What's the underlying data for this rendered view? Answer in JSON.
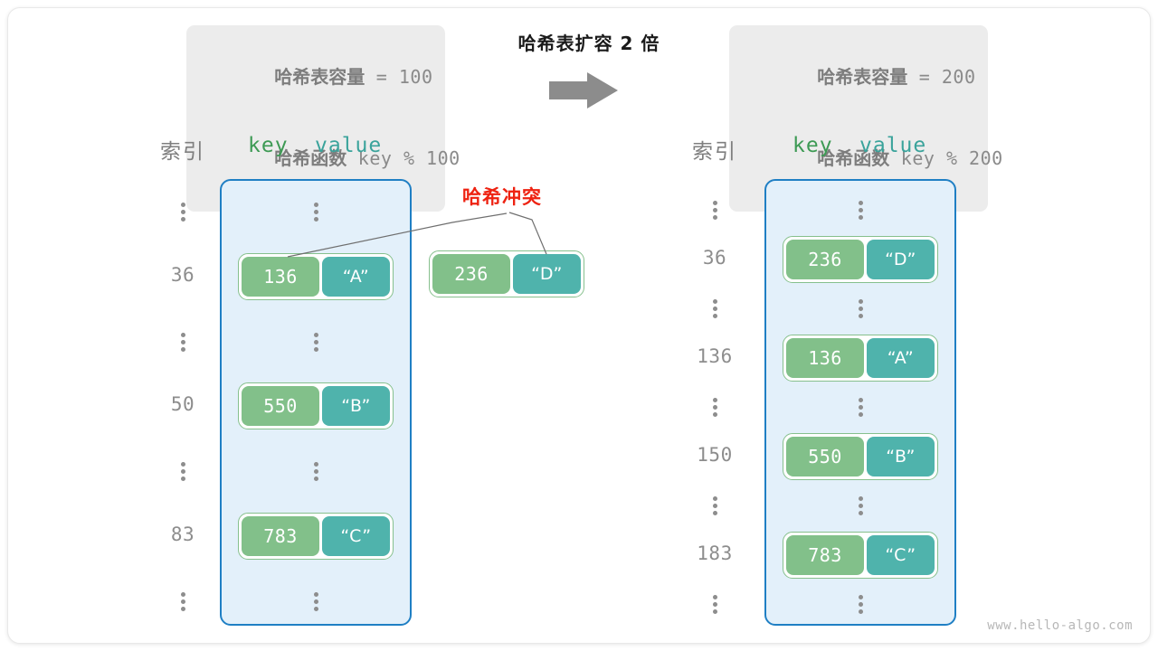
{
  "watermark": "www.hello-algo.com",
  "center": {
    "caption": "哈希表扩容 2 倍",
    "arrow_icon": "arrow-right-icon"
  },
  "before": {
    "info": {
      "capacity_label": "哈希表容量",
      "capacity_expr": " = 100",
      "function_label": "哈希函数",
      "function_expr": " key % 100"
    },
    "headers": {
      "index": "索引",
      "key": "key",
      "value": "value"
    },
    "rows": [
      {
        "index": "⋮",
        "type": "dots"
      },
      {
        "index": "36",
        "type": "entry",
        "key": "136",
        "value": "“A”"
      },
      {
        "index": "⋮",
        "type": "dots"
      },
      {
        "index": "50",
        "type": "entry",
        "key": "550",
        "value": "“B”"
      },
      {
        "index": "⋮",
        "type": "dots"
      },
      {
        "index": "83",
        "type": "entry",
        "key": "783",
        "value": "“C”"
      },
      {
        "index": "⋮",
        "type": "dots"
      }
    ],
    "collision": {
      "label": "哈希冲突",
      "floating_entry": {
        "key": "236",
        "value": "“D”"
      }
    }
  },
  "after": {
    "info": {
      "capacity_label": "哈希表容量",
      "capacity_expr": " = 200",
      "function_label": "哈希函数",
      "function_expr": " key % 200"
    },
    "headers": {
      "index": "索引",
      "key": "key",
      "value": "value"
    },
    "rows": [
      {
        "index": "⋮",
        "type": "dots"
      },
      {
        "index": "36",
        "type": "entry",
        "key": "236",
        "value": "“D”"
      },
      {
        "index": "⋮",
        "type": "dots"
      },
      {
        "index": "136",
        "type": "entry",
        "key": "136",
        "value": "“A”"
      },
      {
        "index": "⋮",
        "type": "dots"
      },
      {
        "index": "150",
        "type": "entry",
        "key": "550",
        "value": "“B”"
      },
      {
        "index": "⋮",
        "type": "dots"
      },
      {
        "index": "183",
        "type": "entry",
        "key": "783",
        "value": "“C”"
      },
      {
        "index": "⋮",
        "type": "dots"
      }
    ]
  },
  "colors": {
    "key_fill": "#82c08a",
    "value_fill": "#4fb3ac",
    "panel_fill": "#e3f0fa",
    "panel_border": "#1f7fc4",
    "collision_text": "#ee2211",
    "info_box": "#ececec"
  }
}
